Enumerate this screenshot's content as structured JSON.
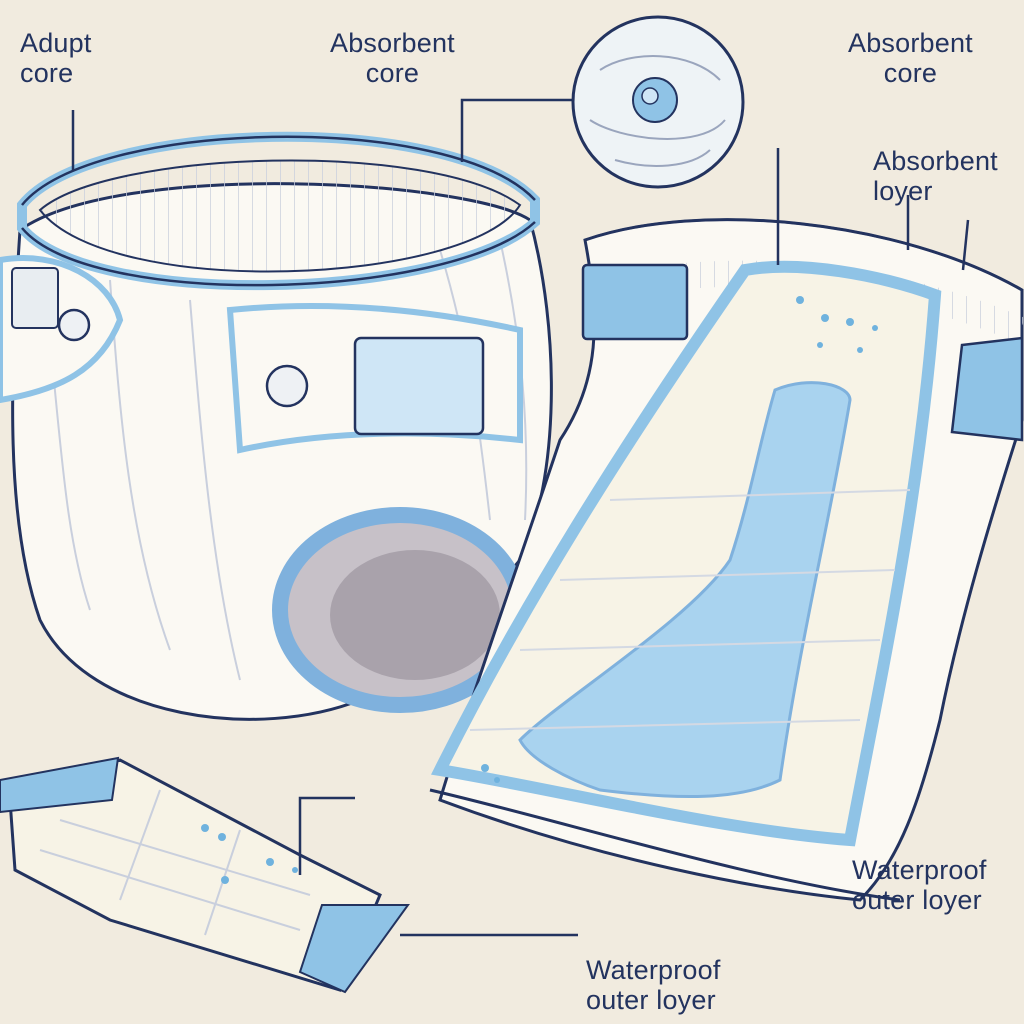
{
  "labels": {
    "adult_core": {
      "line1": "Adupt",
      "line2": "core"
    },
    "absorbent_core_left": {
      "line1": "Absorbent",
      "line2": "core"
    },
    "absorbent_core_right": {
      "line1": "Absorbent",
      "line2": "core"
    },
    "absorbent_layer": {
      "line1": "Absorbent",
      "line2": "loyer"
    },
    "waterproof_right": {
      "line1": "Waterproof",
      "line2": "outer loyer"
    },
    "waterproof_bottom": {
      "line1": "Waterproof",
      "line2": "outer loyer"
    }
  },
  "colors": {
    "background": "#f1ebdf",
    "ink": "#23335f",
    "accent_blue": "#8fc3e6",
    "light_blue": "#cfe6f6",
    "fabric": "#fbf9f3"
  }
}
